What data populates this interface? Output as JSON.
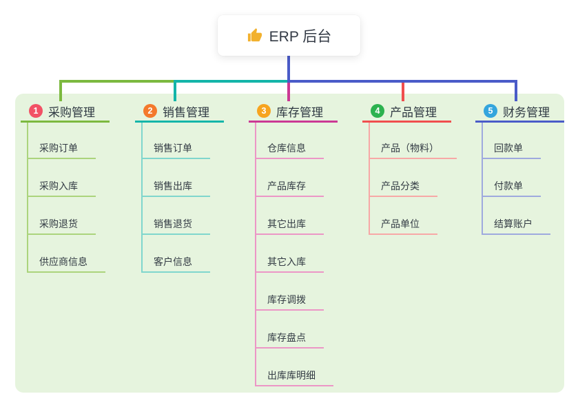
{
  "root": {
    "title": "ERP 后台",
    "icon": "thumbs-up-icon",
    "icon_color": "#f2b12e"
  },
  "panel": {
    "background": "#e6f4de"
  },
  "connectors": {
    "stem_color": "#4a5bc8"
  },
  "branches": [
    {
      "badge": "1",
      "title": "采购管理",
      "badge_color": "#f25165",
      "line_color": "#7cb93f",
      "item_line_color": "#abd47c",
      "items": [
        "采购订单",
        "采购入库",
        "采购退货",
        "供应商信息"
      ]
    },
    {
      "badge": "2",
      "title": "销售管理",
      "badge_color": "#f4792c",
      "line_color": "#13b5a9",
      "item_line_color": "#7fd6cd",
      "items": [
        "销售订单",
        "销售出库",
        "销售退货",
        "客户信息"
      ]
    },
    {
      "badge": "3",
      "title": "库存管理",
      "badge_color": "#f7a41f",
      "line_color": "#cb3894",
      "item_line_color": "#ec96c6",
      "items": [
        "仓库信息",
        "产品库存",
        "其它出库",
        "其它入库",
        "库存调拨",
        "库存盘点",
        "出库库明细"
      ]
    },
    {
      "badge": "4",
      "title": "产品管理",
      "badge_color": "#2cb24f",
      "line_color": "#f04e4e",
      "item_line_color": "#f7a8a6",
      "items": [
        "产品（物料）",
        "产品分类",
        "产品单位"
      ]
    },
    {
      "badge": "5",
      "title": "财务管理",
      "badge_color": "#34a5dd",
      "line_color": "#4a5bc8",
      "item_line_color": "#9ea9de",
      "items": [
        "回款单",
        "付款单",
        "结算账户"
      ]
    }
  ]
}
